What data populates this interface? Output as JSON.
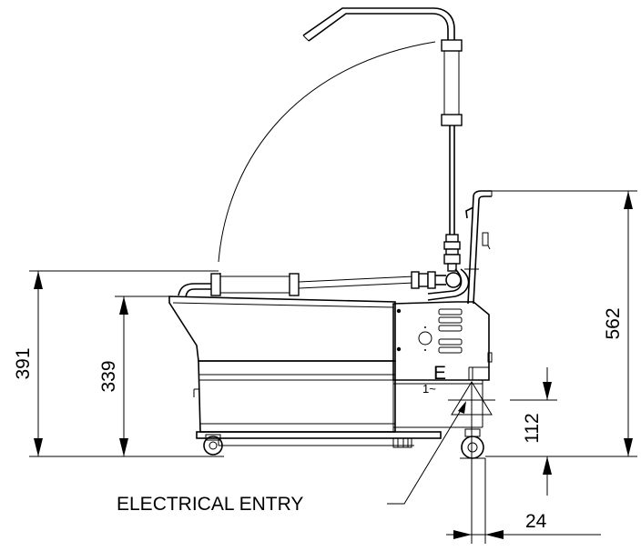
{
  "dimensions": {
    "overall_height_left": "391",
    "body_height": "339",
    "handle_height": "562",
    "entry_height": "112",
    "entry_offset": "24"
  },
  "callout": {
    "electrical_entry": "ELECTRICAL ENTRY"
  },
  "symbols": {
    "entry_letter": "E",
    "phase_label": "1~"
  }
}
